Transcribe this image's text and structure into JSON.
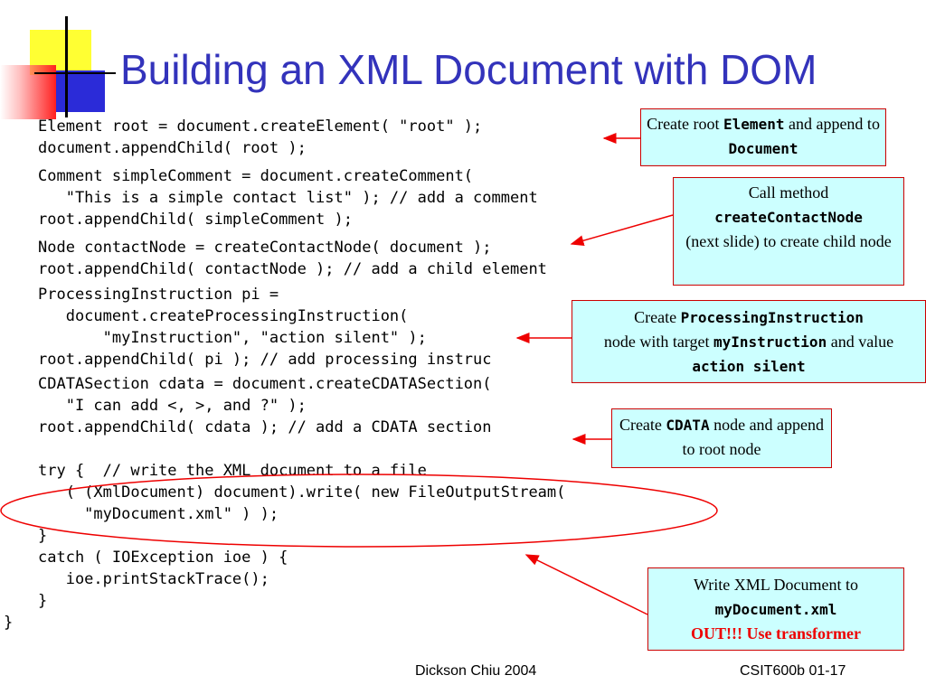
{
  "slide": {
    "title": "Building an XML Document with DOM"
  },
  "code_lines": [
    "Element root = document.createElement( \"root\" );",
    "document.appendChild( root );",
    "Comment simpleComment = document.createComment(",
    "   \"This is a simple contact list\" ); // add a comment",
    "root.appendChild( simpleComment );",
    "Node contactNode = createContactNode( document );",
    "root.appendChild( contactNode ); // add a child element",
    "ProcessingInstruction pi =",
    "   document.createProcessingInstruction(",
    "       \"myInstruction\", \"action silent\" );",
    "root.appendChild( pi ); // add processing instruc",
    "CDATASection cdata = document.createCDATASection(",
    "   \"I can add <, >, and ?\" );",
    "root.appendChild( cdata ); // add a CDATA section",
    "try {  // write the XML document to a file",
    "   ( (XmlDocument) document).write( new FileOutputStream(",
    "     \"myDocument.xml\" ) );",
    "}",
    "catch ( IOException ioe ) {",
    "   ioe.printStackTrace();",
    "}",
    "}"
  ],
  "callouts": {
    "c1": {
      "t1": "Create root ",
      "m1": "Element",
      "t2": " and append to ",
      "m2": "Document"
    },
    "c2": {
      "t1": "Call method",
      "m1": "createContactNode",
      "t2": "(next slide) to create child node"
    },
    "c3": {
      "t1": "Create ",
      "m1": "ProcessingInstruction",
      "t2": "node with target ",
      "m2": "myInstruction",
      "t3": " and value ",
      "m3": "action silent"
    },
    "c4": {
      "t1": "Create ",
      "m1": "CDATA",
      "t2": " node and append to root node"
    },
    "c5": {
      "t1": "Write XML Document to",
      "m1": "myDocument.xml",
      "red": "OUT!!! Use transformer"
    }
  },
  "footer": {
    "author": "Dickson Chiu 2004",
    "course": "CSIT600b 01-17"
  },
  "colors": {
    "title": "#3333bb",
    "callout_bg": "#ccffff",
    "callout_border": "#cc0000",
    "arrow": "#ee0000"
  }
}
